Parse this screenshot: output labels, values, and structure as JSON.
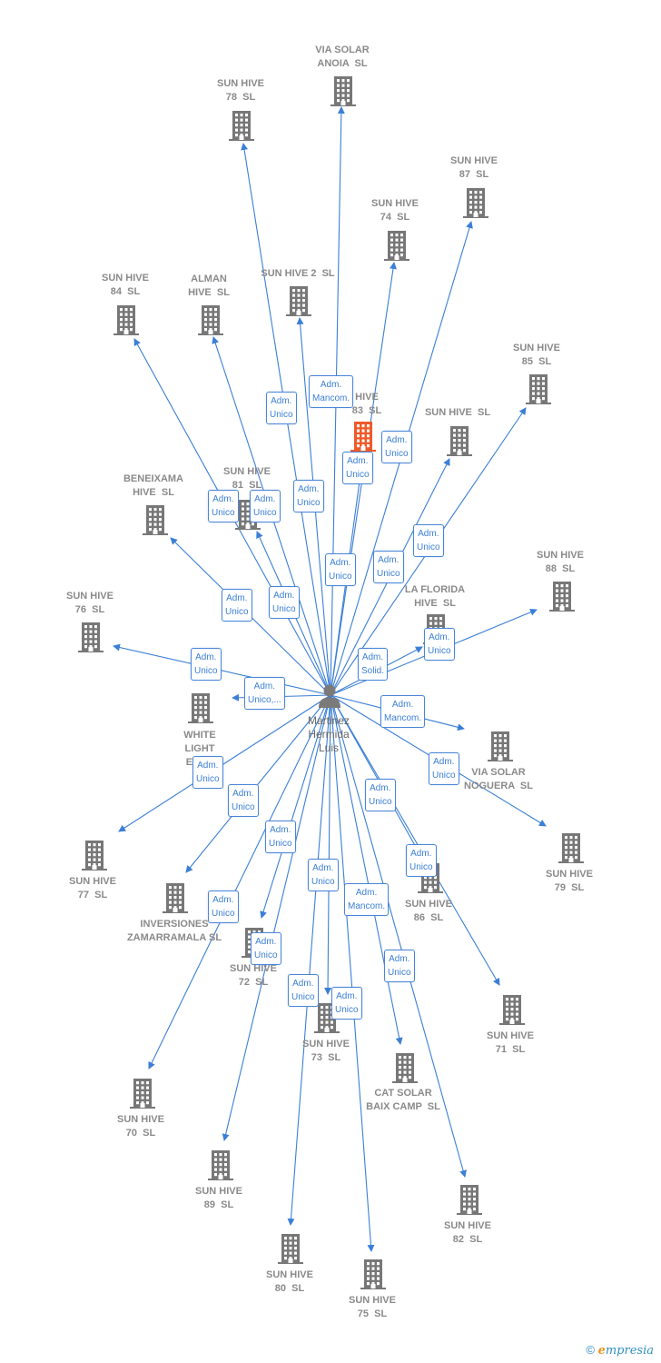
{
  "colors": {
    "edge": "#3b7fd6",
    "building": "#777777",
    "building_highlight": "#f05a28",
    "label": "#8a8a8a",
    "role_text": "#3b7fd6"
  },
  "center": {
    "name": "Martinez\nHermida\nLuis",
    "icon": "person-icon"
  },
  "companies": [
    {
      "id": "via-solar-anoia",
      "label": "VIA SOLAR\nANOIA  SL"
    },
    {
      "id": "sun-hive-78",
      "label": "SUN HIVE\n78  SL"
    },
    {
      "id": "sun-hive-87",
      "label": "SUN HIVE\n87  SL"
    },
    {
      "id": "sun-hive-74",
      "label": "SUN HIVE\n74  SL"
    },
    {
      "id": "sun-hive-84",
      "label": "SUN HIVE\n84  SL"
    },
    {
      "id": "alman-hive",
      "label": "ALMAN\nHIVE  SL"
    },
    {
      "id": "sun-hive-2",
      "label": "SUN HIVE 2  SL"
    },
    {
      "id": "sun-hive-85",
      "label": "SUN HIVE\n85  SL"
    },
    {
      "id": "sun-hive-83",
      "label": "HIVE\n83  SL",
      "highlight": true
    },
    {
      "id": "sun-hive-sl",
      "label": "SUN HIVE  SL"
    },
    {
      "id": "beneixama-hive",
      "label": "BENEIXAMA\nHIVE  SL"
    },
    {
      "id": "sun-hive-81",
      "label": "SUN HIVE\n81  SL"
    },
    {
      "id": "sun-hive-88",
      "label": "SUN HIVE\n88  SL"
    },
    {
      "id": "la-florida-hive",
      "label": "LA FLORIDA\nHIVE  SL"
    },
    {
      "id": "sun-hive-76",
      "label": "SUN HIVE\n76  SL"
    },
    {
      "id": "white-light-ener",
      "label": "WHITE\nLIGHT\nENER"
    },
    {
      "id": "via-solar-noguera",
      "label": "VIA SOLAR\nNOGUERA  SL"
    },
    {
      "id": "sun-hive-79",
      "label": "SUN HIVE\n79  SL"
    },
    {
      "id": "sun-hive-77",
      "label": "SUN HIVE\n77  SL"
    },
    {
      "id": "inversiones-zamarramala",
      "label": "INVERSIONES\nZAMARRAMALA SL"
    },
    {
      "id": "sun-hive-86",
      "label": "SUN HIVE\n86  SL"
    },
    {
      "id": "sun-hive-72",
      "label": "SUN HIVE\n72  SL"
    },
    {
      "id": "sun-hive-71",
      "label": "SUN HIVE\n71  SL"
    },
    {
      "id": "sun-hive-73",
      "label": "SUN HIVE\n73  SL"
    },
    {
      "id": "cat-solar-baix-camp",
      "label": "CAT SOLAR\nBAIX CAMP  SL"
    },
    {
      "id": "sun-hive-70",
      "label": "SUN HIVE\n70  SL"
    },
    {
      "id": "sun-hive-89",
      "label": "SUN HIVE\n89  SL"
    },
    {
      "id": "sun-hive-82",
      "label": "SUN HIVE\n82  SL"
    },
    {
      "id": "sun-hive-80",
      "label": "SUN HIVE\n80  SL"
    },
    {
      "id": "sun-hive-75",
      "label": "SUN HIVE\n75  SL"
    }
  ],
  "roles": [
    {
      "target": "sun-hive-78",
      "text": "Adm.\nUnico"
    },
    {
      "target": "via-solar-anoia",
      "text": "Adm.\nMancom."
    },
    {
      "target": "sun-hive-74",
      "text": "Adm.\nUnico"
    },
    {
      "target": "sun-hive-83",
      "text": "Adm.\nUnico"
    },
    {
      "target": "sun-hive-84",
      "text": "Adm.\nUnico"
    },
    {
      "target": "alman-hive",
      "text": "Adm.\nUnico"
    },
    {
      "target": "sun-hive-2",
      "text": "Adm.\nUnico"
    },
    {
      "target": "sun-hive-85",
      "text": "Adm.\nUnico"
    },
    {
      "target": "sun-hive-87",
      "text": "Adm.\nUnico"
    },
    {
      "target": "sun-hive-sl",
      "text": "Adm.\nUnico"
    },
    {
      "target": "beneixama-hive",
      "text": "Adm.\nUnico"
    },
    {
      "target": "sun-hive-81",
      "text": "Adm.\nUnico"
    },
    {
      "target": "sun-hive-88",
      "text": "Adm.\nUnico"
    },
    {
      "target": "la-florida-hive",
      "text": "Adm.\nSolid."
    },
    {
      "target": "sun-hive-76",
      "text": "Adm.\nUnico"
    },
    {
      "target": "white-light-ener",
      "text": "Adm.\nUnico,..."
    },
    {
      "target": "via-solar-noguera",
      "text": "Adm.\nMancom."
    },
    {
      "target": "sun-hive-79",
      "text": "Adm.\nUnico"
    },
    {
      "target": "sun-hive-77",
      "text": "Adm.\nUnico"
    },
    {
      "target": "inversiones-zamarramala",
      "text": "Adm.\nUnico"
    },
    {
      "target": "sun-hive-86",
      "text": "Adm.\nUnico"
    },
    {
      "target": "sun-hive-71",
      "text": "Adm.\nUnico"
    },
    {
      "target": "sun-hive-72",
      "text": "Adm.\nUnico"
    },
    {
      "target": "sun-hive-70",
      "text": "Adm.\nUnico"
    },
    {
      "target": "sun-hive-89",
      "text": "Adm.\nUnico"
    },
    {
      "target": "sun-hive-73",
      "text": "Adm.\nUnico"
    },
    {
      "target": "cat-solar-baix-camp",
      "text": "Adm.\nMancom."
    },
    {
      "target": "sun-hive-82",
      "text": "Adm.\nUnico"
    },
    {
      "target": "sun-hive-80",
      "text": "Adm.\nUnico"
    },
    {
      "target": "sun-hive-75",
      "text": "Adm.\nUnico"
    }
  ],
  "footer": {
    "copyright_symbol": "©",
    "brand_initial": "e",
    "brand_rest": "mpresia"
  }
}
